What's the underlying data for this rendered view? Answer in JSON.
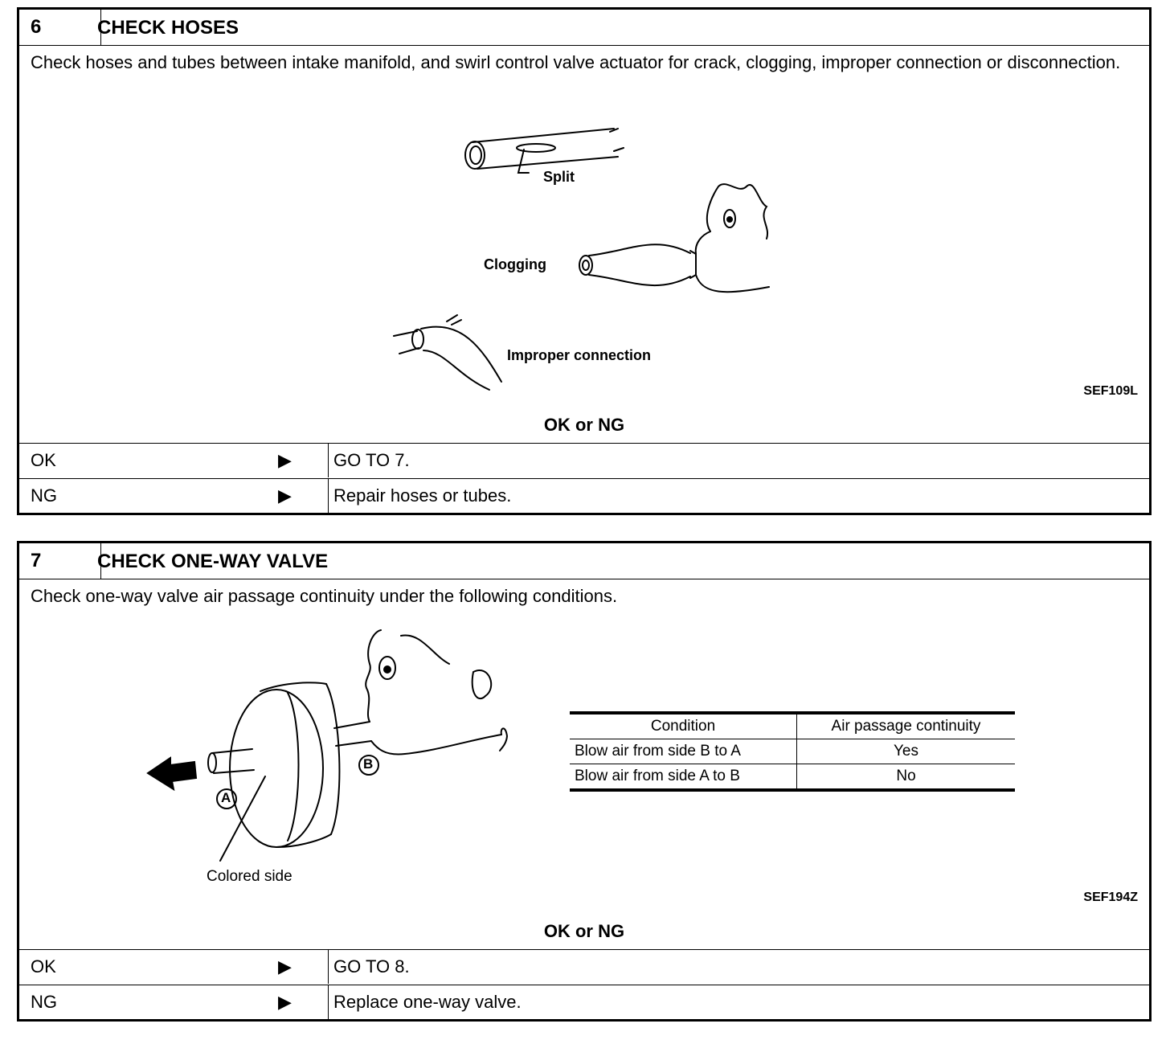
{
  "steps": [
    {
      "number": "6",
      "title": "CHECK HOSES",
      "instruction": "Check hoses and tubes between intake manifold, and swirl control valve actuator for crack, clogging, improper connection or disconnection.",
      "figure": {
        "labels": {
          "split": "Split",
          "clogging": "Clogging",
          "improper": "Improper connection"
        },
        "code": "SEF109L"
      },
      "result_heading": "OK or NG",
      "results": [
        {
          "label": "OK",
          "arrow": "▶",
          "action": "GO TO 7."
        },
        {
          "label": "NG",
          "arrow": "▶",
          "action": "Repair hoses or tubes."
        }
      ]
    },
    {
      "number": "7",
      "title": "CHECK ONE-WAY VALVE",
      "instruction": "Check one-way valve air passage continuity under the following conditions.",
      "figure": {
        "labels": {
          "side_a": "A",
          "side_b": "B",
          "colored_side": "Colored side"
        },
        "code": "SEF194Z"
      },
      "table": {
        "headers": [
          "Condition",
          "Air passage continuity"
        ],
        "rows": [
          [
            "Blow air from side B to A",
            "Yes"
          ],
          [
            "Blow air from side A to B",
            "No"
          ]
        ]
      },
      "result_heading": "OK or NG",
      "results": [
        {
          "label": "OK",
          "arrow": "▶",
          "action": "GO TO 8."
        },
        {
          "label": "NG",
          "arrow": "▶",
          "action": "Replace one-way valve."
        }
      ]
    }
  ]
}
